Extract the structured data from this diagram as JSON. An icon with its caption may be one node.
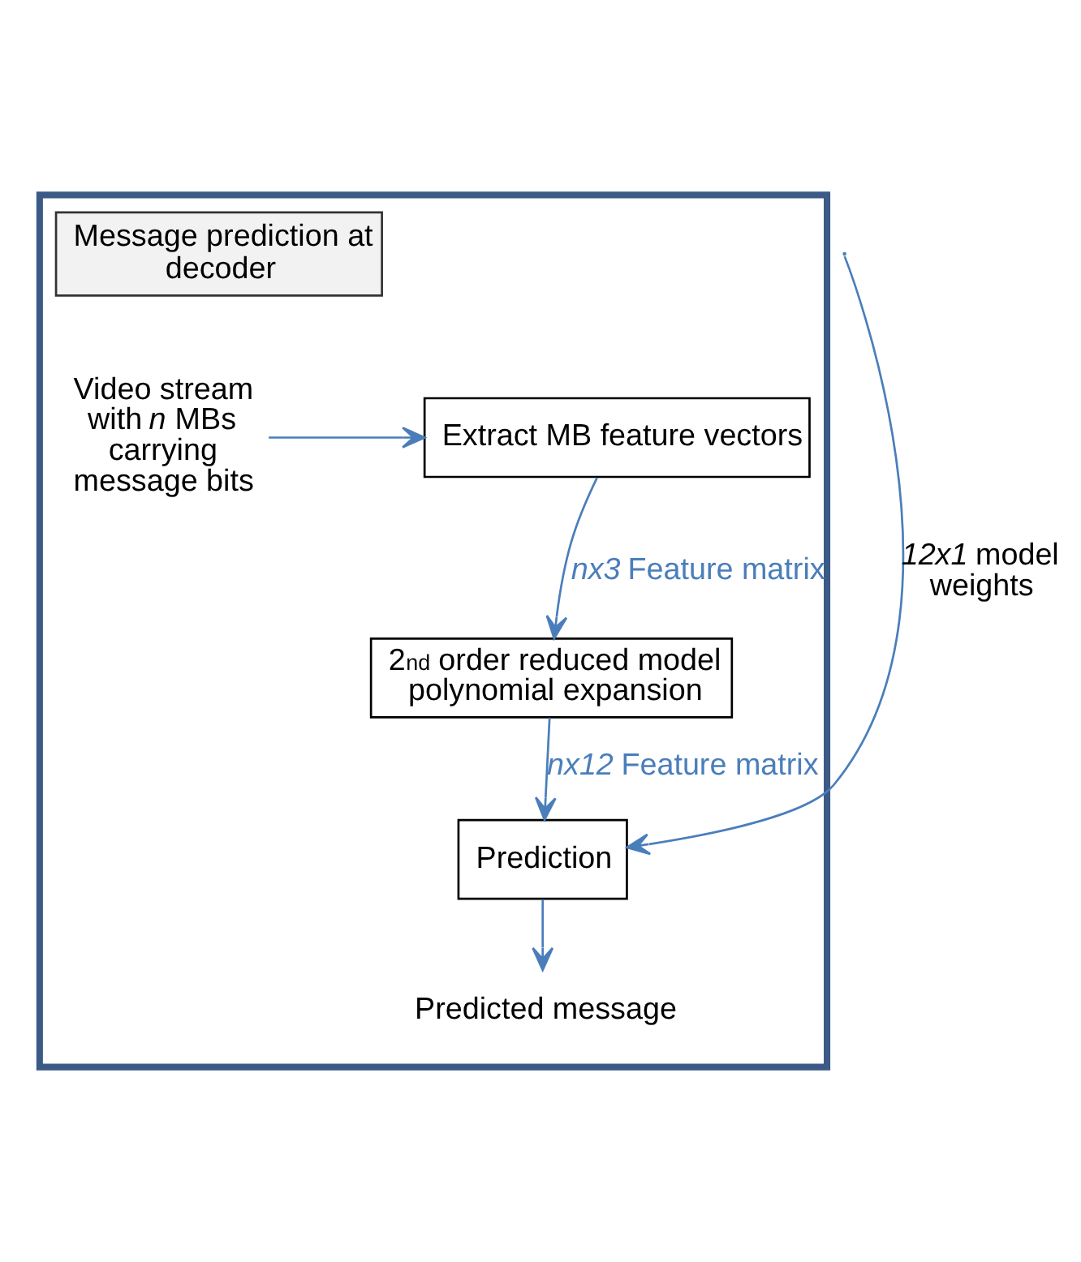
{
  "diagram": {
    "nodes": [
      {
        "text": [],
        "shape": "box"
      },
      {
        "text": [
          "Message prediction at decoder"
        ],
        "in": 0
      },
      {
        "text": [
          "Video stream with *n* MBs carrying message bits"
        ],
        "in": 0
      },
      {
        "text": [
          "Extract MB feature vectors"
        ],
        "in": 0
      },
      {
        "text": [
          "2$^{nd}$ order reduced model polynomial expansion"
        ],
        "in": 0
      },
      {
        "text": [
          "Prediction"
        ],
        "in": 0
      },
      {
        "text": [
          "Predicted message"
        ],
        "in": 0
      }
    ],
    "edges": [
      {
        "from": 2,
        "to": 3,
        "arrow": "to"
      },
      {
        "from": 3,
        "to": 4,
        "arrow": "to",
        "label": "*nx3* Feature matrix"
      },
      {
        "from": 4,
        "to": 5,
        "arrow": "to",
        "label": "*nx12* Feature matrix"
      },
      {
        "from": null,
        "to": 5,
        "arrow": "to",
        "label": "*12x1* model weights"
      },
      {
        "from": 5,
        "to": 6,
        "arrow": "to"
      }
    ]
  }
}
